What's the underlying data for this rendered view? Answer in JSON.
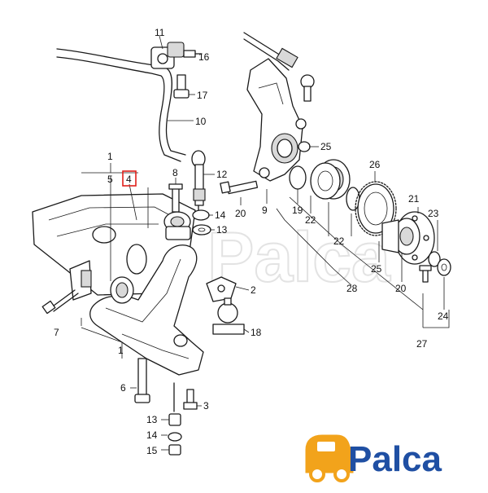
{
  "watermark": "Palca",
  "logo": {
    "text": "Palca",
    "brand_color": "#1f4fa3",
    "truck_color": "#f2a31b"
  },
  "highlight_color": "#e0201b",
  "callouts": {
    "c11": "11",
    "c16": "16",
    "c17": "17",
    "c10": "10",
    "c1": "1",
    "c5": "5",
    "c4": "4",
    "c8": "8",
    "c12": "12",
    "c14": "14",
    "c13a": "13",
    "c2": "2",
    "c7": "7",
    "c18": "18",
    "c1b": "1",
    "c6": "6",
    "c3": "3",
    "c13b": "13",
    "c14b": "14",
    "c15": "15",
    "c25a": "25",
    "c26": "26",
    "c20a": "20",
    "c9": "9",
    "c19": "19",
    "c22a": "22",
    "c22b": "22",
    "c21": "21",
    "c23": "23",
    "c25b": "25",
    "c28": "28",
    "c20b": "20",
    "c24": "24",
    "c27": "27"
  }
}
